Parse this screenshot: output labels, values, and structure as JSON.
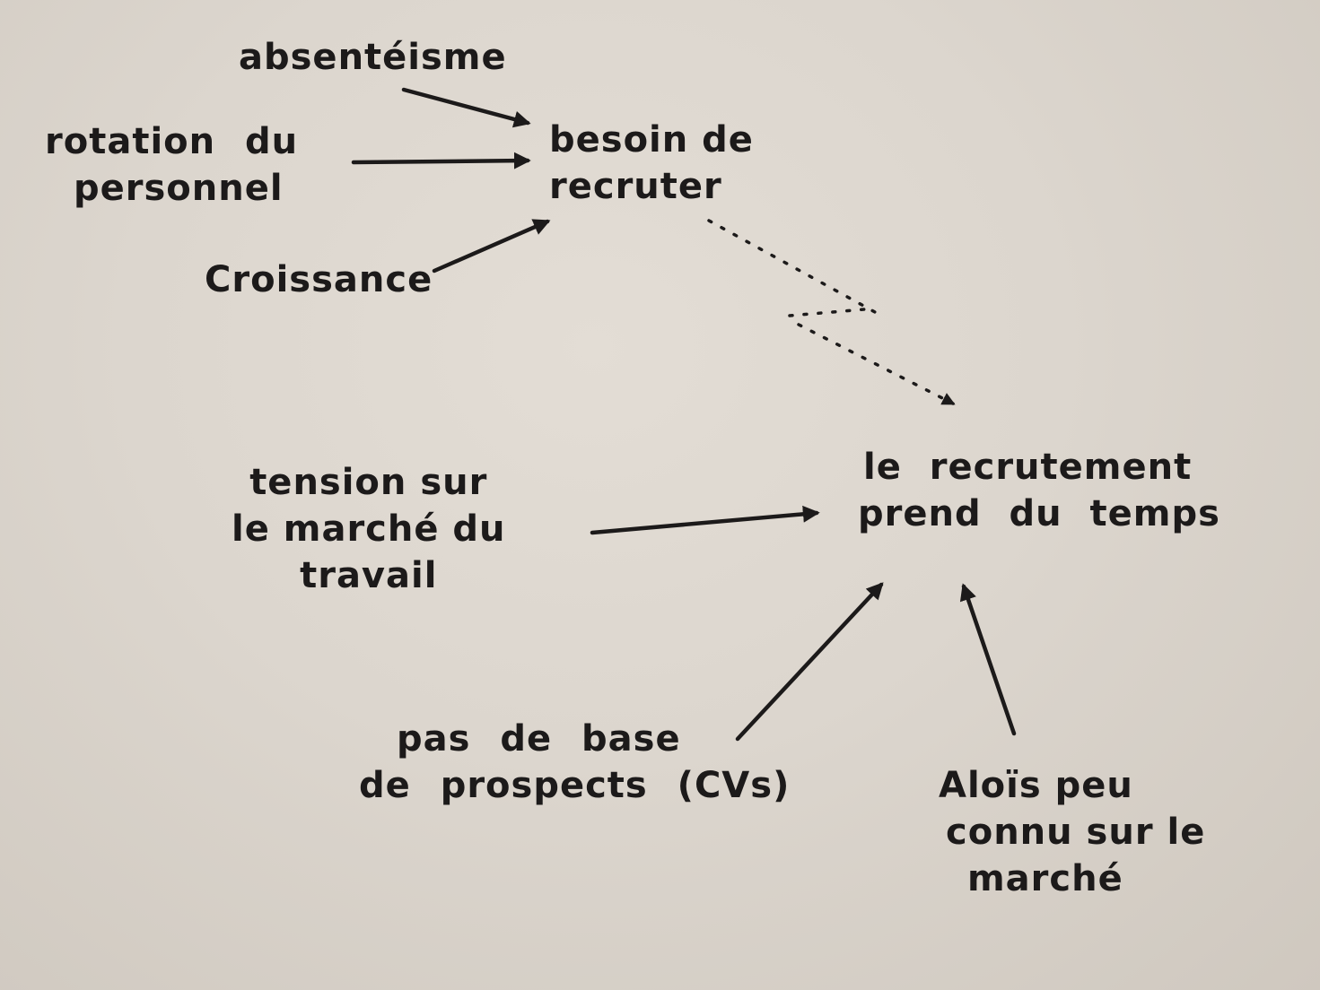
{
  "diagram": {
    "nodes": [
      {
        "id": "absenteisme",
        "lines": [
          "absentéisme"
        ]
      },
      {
        "id": "rotation",
        "lines": [
          "rotation du",
          "personnel"
        ]
      },
      {
        "id": "croissance",
        "lines": [
          "Croissance"
        ]
      },
      {
        "id": "besoin",
        "lines": [
          "besoin de",
          "recruter"
        ]
      },
      {
        "id": "tension",
        "lines": [
          "tension sur",
          "le marché du",
          "travail"
        ]
      },
      {
        "id": "recrutement",
        "lines": [
          "le recrutement",
          "prend du temps"
        ]
      },
      {
        "id": "pas",
        "lines": [
          "pas de base",
          "de prospects (CVs)"
        ]
      },
      {
        "id": "alois",
        "lines": [
          "Aloïs peu",
          "connu sur le",
          "marché"
        ]
      }
    ],
    "edges": [
      {
        "from": "absenteisme",
        "to": "besoin",
        "style": "solid"
      },
      {
        "from": "rotation",
        "to": "besoin",
        "style": "solid"
      },
      {
        "from": "croissance",
        "to": "besoin",
        "style": "solid"
      },
      {
        "from": "besoin",
        "to": "recrutement",
        "style": "dotted"
      },
      {
        "from": "tension",
        "to": "recrutement",
        "style": "solid"
      },
      {
        "from": "pas",
        "to": "recrutement",
        "style": "solid"
      },
      {
        "from": "alois",
        "to": "recrutement",
        "style": "solid"
      }
    ],
    "colors": {
      "ink": "#1c1a1a",
      "paper": "#dcd6ce"
    }
  }
}
